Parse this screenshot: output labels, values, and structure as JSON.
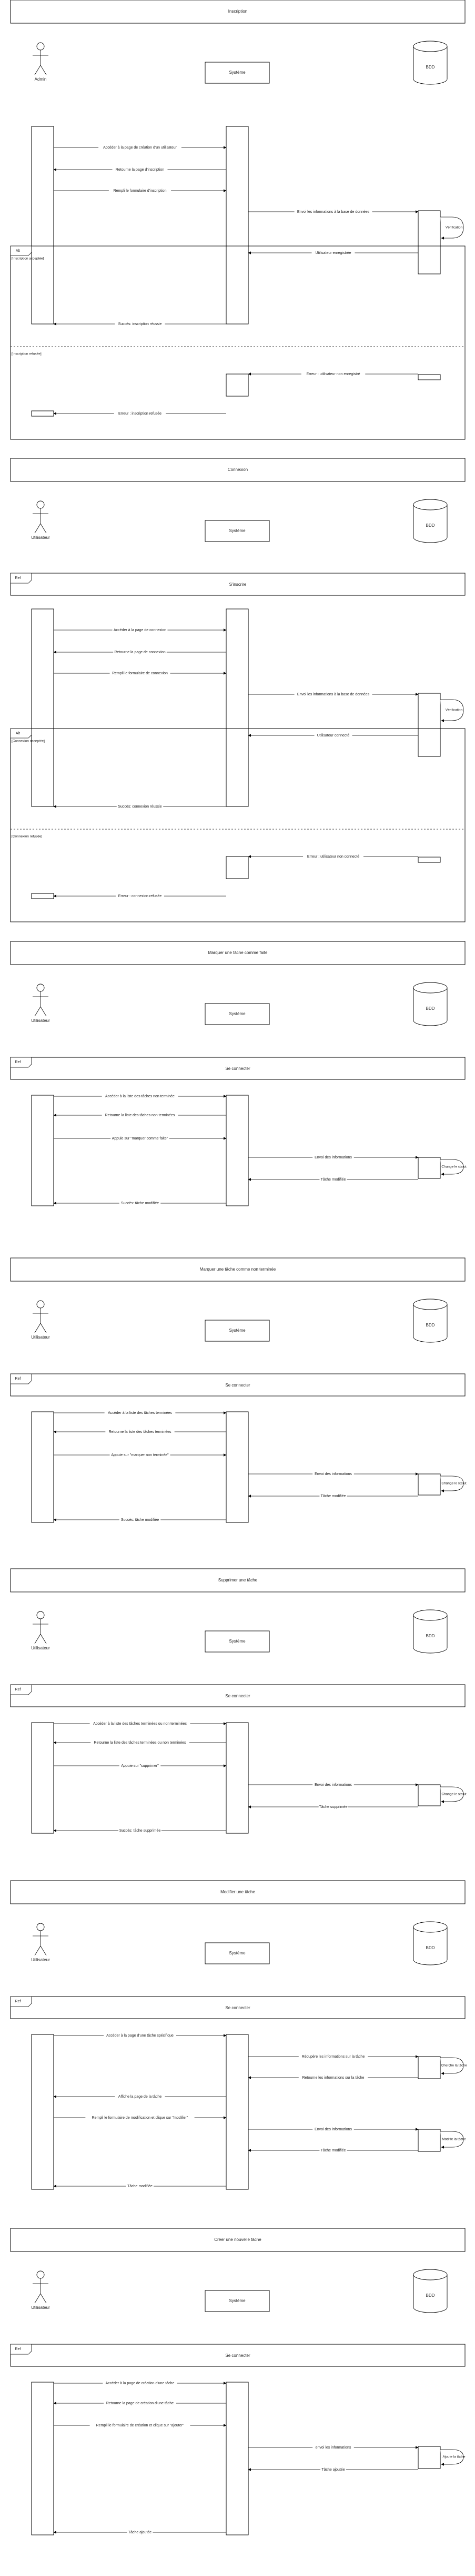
{
  "common": {
    "system": "Système",
    "bdd": "BDD",
    "user": "Utilisateur",
    "ref": "Ref",
    "alt": "Alt",
    "se_connecter": "Se connecter"
  },
  "sections": [
    {
      "title": "Inscription",
      "actor": "Admin",
      "ref_label": "",
      "messages": [
        "Accéder à la page de création d'un utilisateur",
        "Retourne la page d'inscription",
        "Rempli le formulaire d'inscription",
        "Envoi les informations à la base de données",
        "Vérification",
        "Utilisateur enregistrée",
        "Succès: inscription réussie",
        "Erreur : utilisateur non enregistré",
        "Erreur : inscription refusée"
      ],
      "alt_labels": [
        "[Inscription acceptée]",
        "[Inscription refusée]"
      ]
    },
    {
      "title": "Connexion",
      "actor": "Utilisateur",
      "ref_label": "S'inscrire",
      "messages": [
        "Accéder à la page de connexion",
        "Retourne la page de connexion",
        "Rempli le formulaire de connexion",
        "Envoi les informations à la base de données",
        "Vérification",
        "Utilisateur connecté",
        "Succès: connexion réussie",
        "Erreur : utilisateur non connecté",
        "Erreur : connexion refusée"
      ],
      "alt_labels": [
        "[Connexion acceptée]",
        "[Connexion refusée]"
      ]
    },
    {
      "title": "Marquer une tâche comme faite",
      "actor": "Utilisateur",
      "ref_label": "Se connecter",
      "messages": [
        "Accéder à la liste des tâches non terminée",
        "Retourne la liste des tâches non terminées",
        "Appuie sur \"marquer comme faite\"",
        "Envoi des informations",
        "Change le statut",
        "Tâche modifiée",
        "Succès: tâche modifiée"
      ]
    },
    {
      "title": "Marquer une tâche comme non terminée",
      "actor": "Utilisateur",
      "ref_label": "Se connecter",
      "messages": [
        "Accéder à la liste des tâches terminées",
        "Retourne la liste des tâches terminées",
        "Appuie sur \"marquer non terminée\"",
        "Envoi des informations",
        "Change le statut",
        "Tâche modifiée",
        "Succès: tâche modifiée"
      ]
    },
    {
      "title": "Supprimer une tâche",
      "actor": "Utilisateur",
      "ref_label": "Se connecter",
      "messages": [
        "Accéder à la liste des tâches terminées ou non terminées",
        "Retourne la liste des tâches terminées ou non terminées",
        "Appuie sur \"supprimer\"",
        "Envoi des informations",
        "Change le statut",
        "Tâche supprimée",
        "Succès: tâche supprimée"
      ]
    },
    {
      "title": "Modifier une tâche",
      "actor": "Utilisateur",
      "ref_label": "Se connecter",
      "messages": [
        "Accéder à la page d'une tâche spécifique",
        "Récupère les informations sur la tâche",
        "Cherche la tâche",
        "Retourne les informations sur la tâche",
        "Affiche la page de la tâche",
        "Rempli le formulaire de modification et clique sur \"modifier\"",
        "Envoi des informations",
        "Modifie la tâche",
        "Tâche modifiée",
        "Tâche modifiée"
      ]
    },
    {
      "title": "Créer une nouvelle tâche",
      "actor": "Utilisateur",
      "ref_label": "Se connecter",
      "messages": [
        "Accéder à la page de création d'une tâche",
        "Retourne la page de création d'une tâche",
        "Rempli le formulaire de création et clique sur \"ajouter\"",
        "envoi les informations",
        "Ajoute la tâche",
        "Tâche ajoutée",
        "Tâche ajoutée"
      ]
    }
  ]
}
